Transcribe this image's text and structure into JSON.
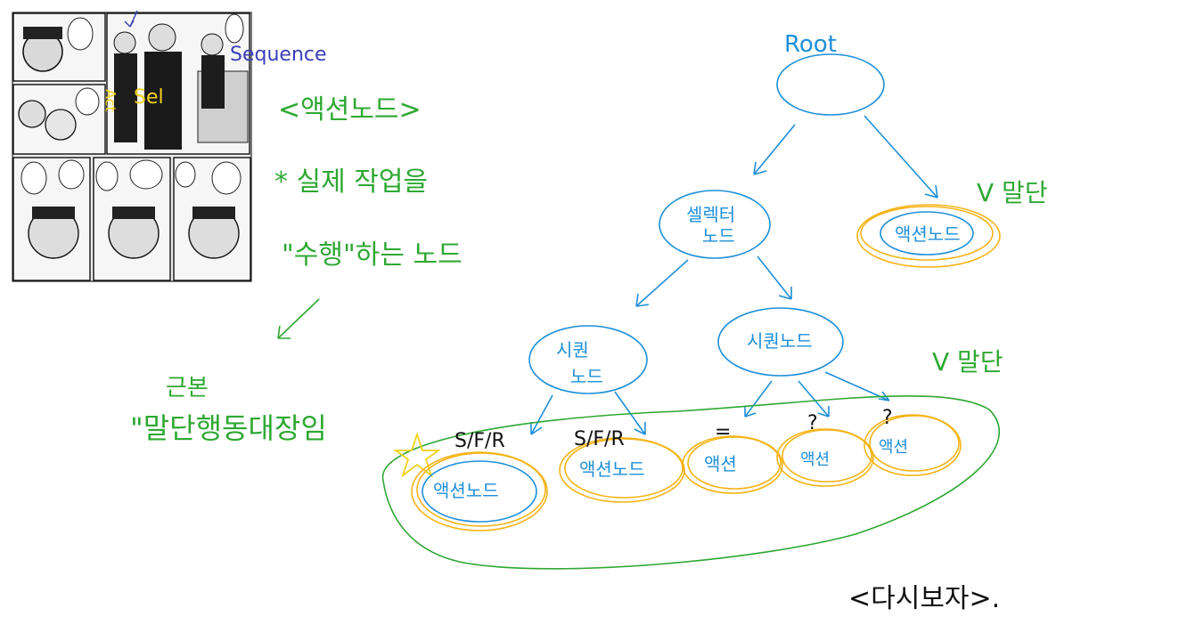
{
  "comic": {
    "caption_sequence": "Sequence",
    "label_act": "Act",
    "label_sel": "Sel"
  },
  "notes": {
    "title": "<액션노드>",
    "line1": "* 실제 작업을",
    "line2": "\"수행\"하는 노드",
    "root_label": "근본",
    "line3": "\"말단행동대장임"
  },
  "tree": {
    "root_label": "Root",
    "selector": "셀렉터\n노드",
    "selector_line1": "셀렉터",
    "selector_line2": "노드",
    "seq_left_line1": "시퀀",
    "seq_left_line2": "노드",
    "seq_right": "시퀀노드",
    "action_right": "액션노드",
    "leaf_note_1": "V 말단",
    "leaf_note_2": "V 말단",
    "leaves": [
      {
        "label": "액션노드",
        "mark": "S/F/R"
      },
      {
        "label": "액션노드",
        "mark": "S/F/R"
      },
      {
        "label": "액션",
        "mark": "="
      },
      {
        "label": "액션",
        "mark": "?"
      },
      {
        "label": "액션",
        "mark": "?"
      }
    ],
    "bottom_caption": "<다시보자>."
  }
}
